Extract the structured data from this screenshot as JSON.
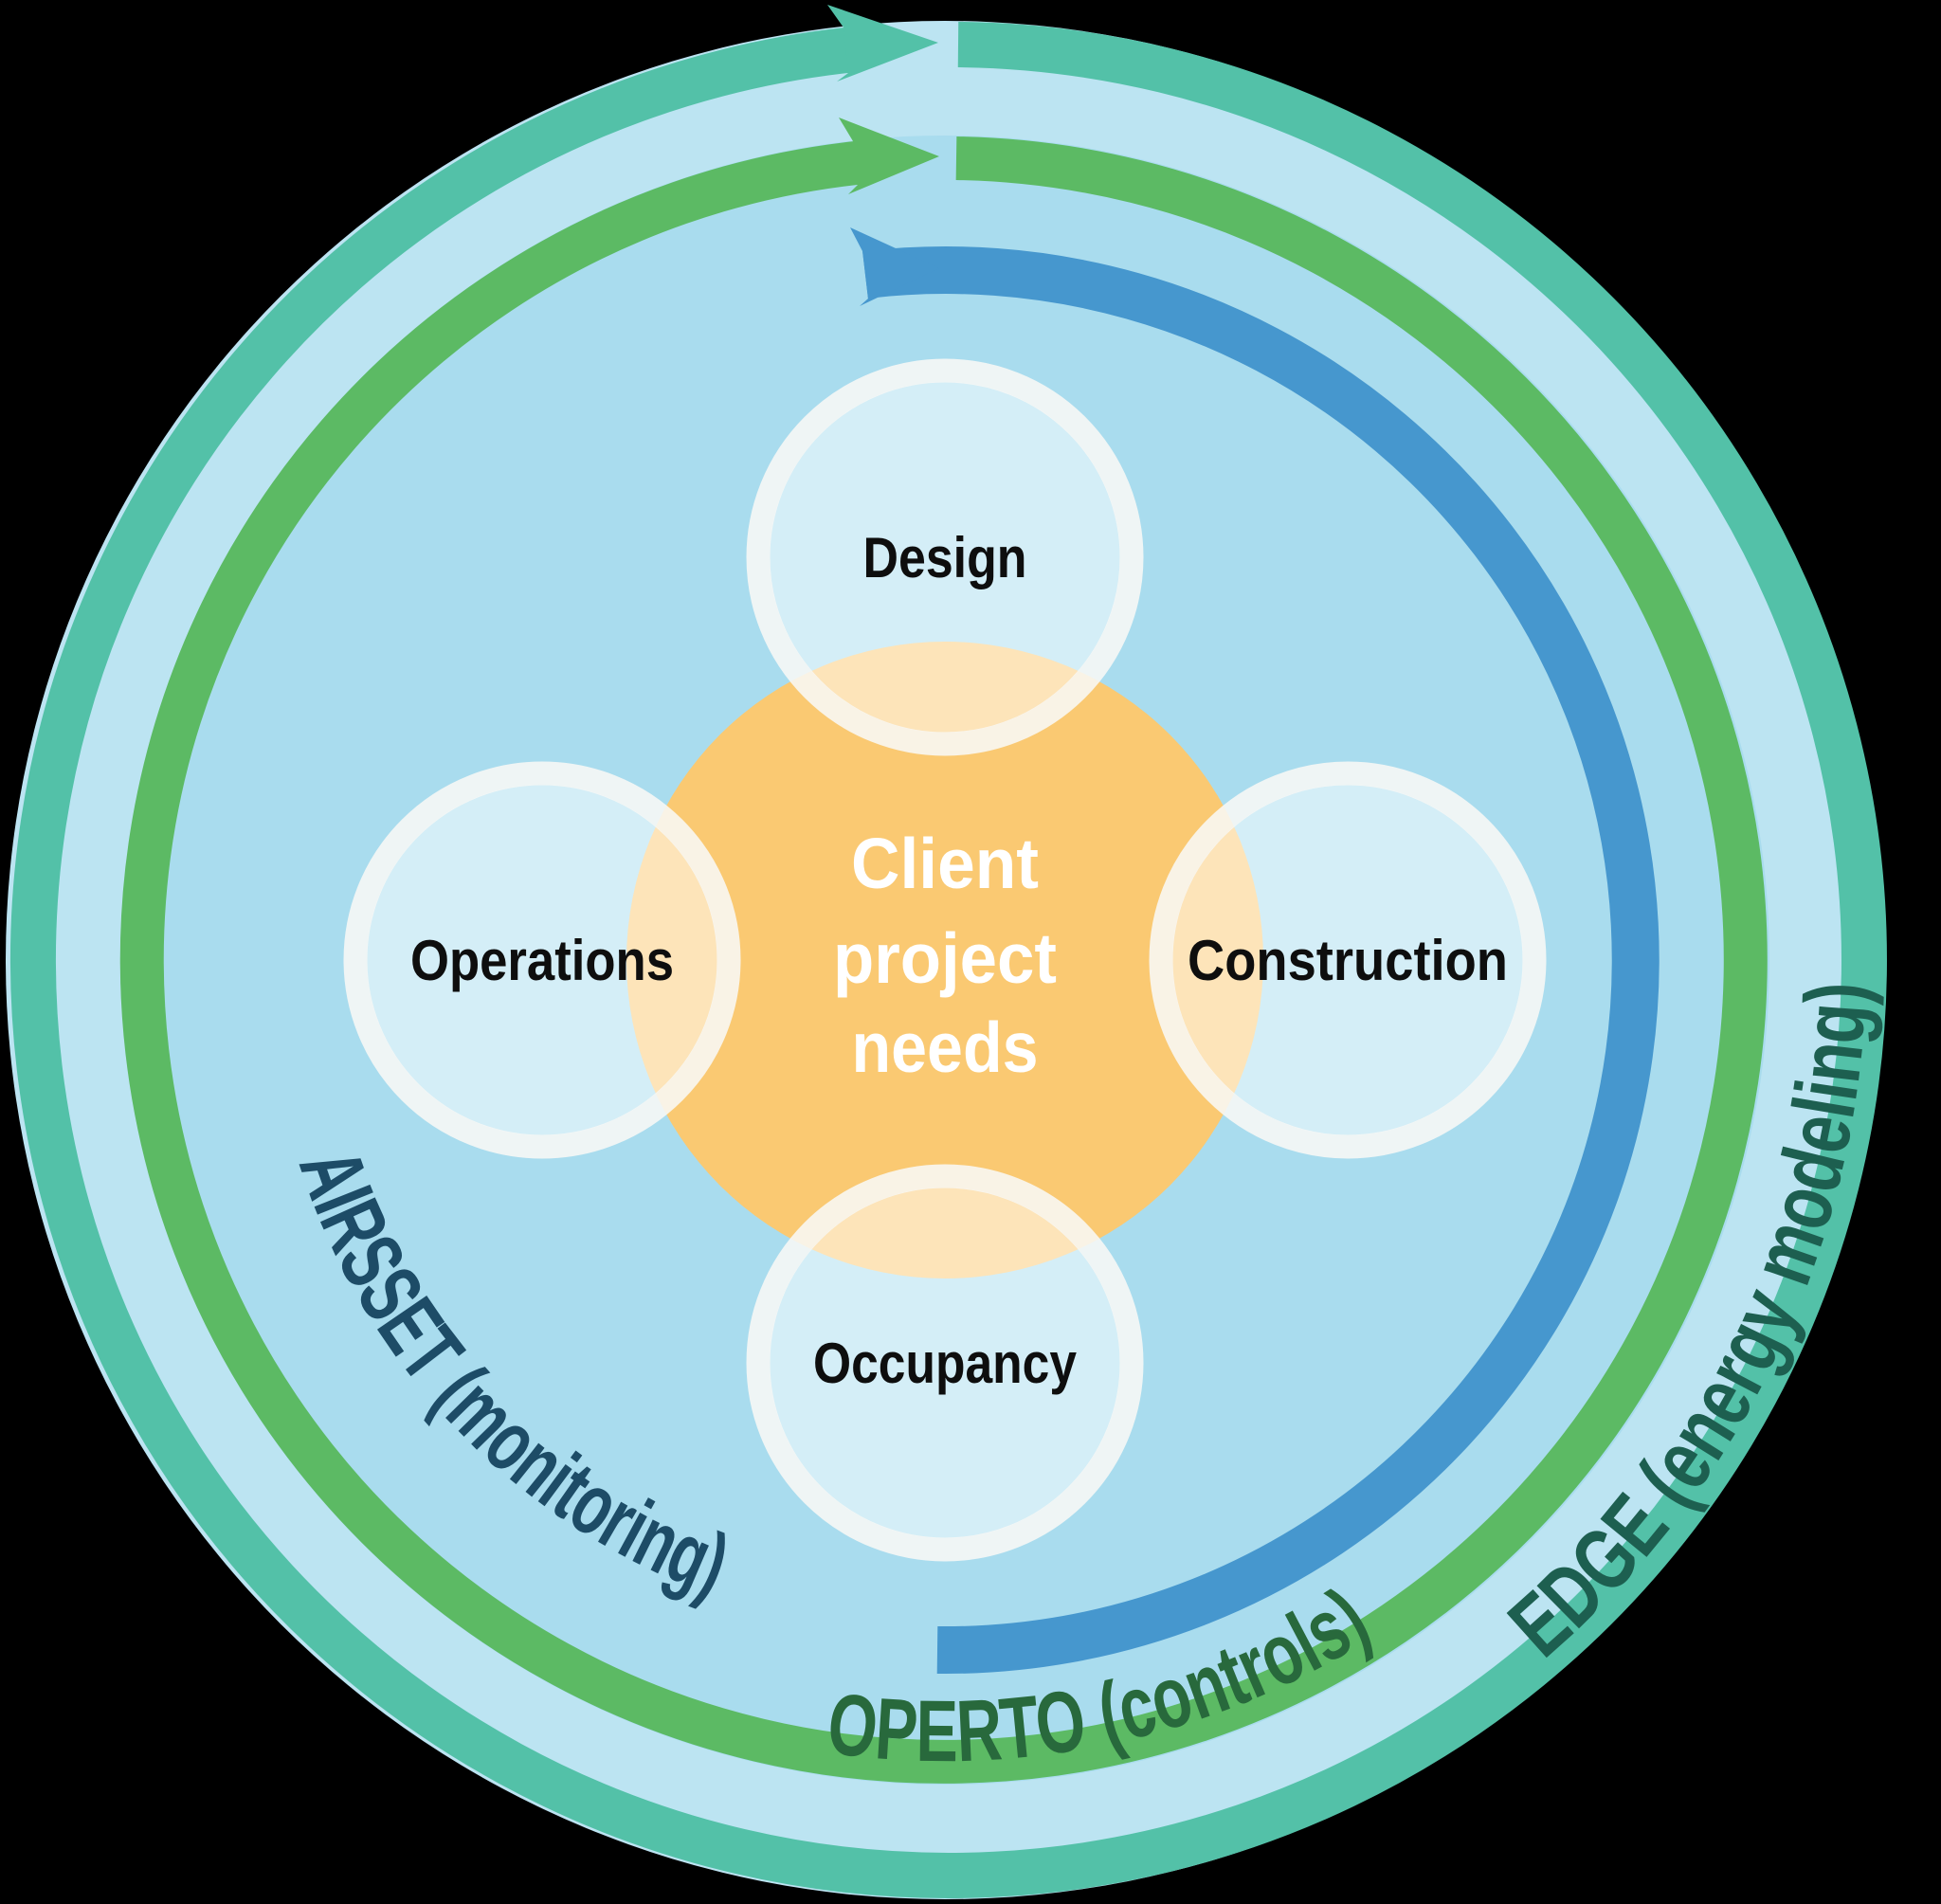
{
  "diagram": {
    "center_label": {
      "line1": "Client",
      "line2": "project",
      "line3": "needs"
    },
    "phases": {
      "design": "Design",
      "construction": "Construction",
      "occupancy": "Occupancy",
      "operations": "Operations"
    },
    "rings": {
      "monitoring": {
        "label": "AIRSSET (monitoring)"
      },
      "controls": {
        "label": "OPERTO (controls)"
      },
      "energy_modeling": {
        "label": "EDGE (energy modeling)"
      }
    },
    "colors": {
      "disc_outer": "#BCE4F2",
      "disc_inner": "#A9DCEE",
      "center_circle": "#FAC972",
      "center_text": "#FFFFFF",
      "phase_text": "#0E0E0E",
      "ring_monitoring": "#4697CE",
      "ring_controls": "#5CBA64",
      "ring_energy_modeling": "#53C1A8",
      "ring_monitoring_text": "#1D4C67",
      "ring_controls_text": "#28693C",
      "ring_energy_modeling_text": "#1D5F50"
    }
  }
}
